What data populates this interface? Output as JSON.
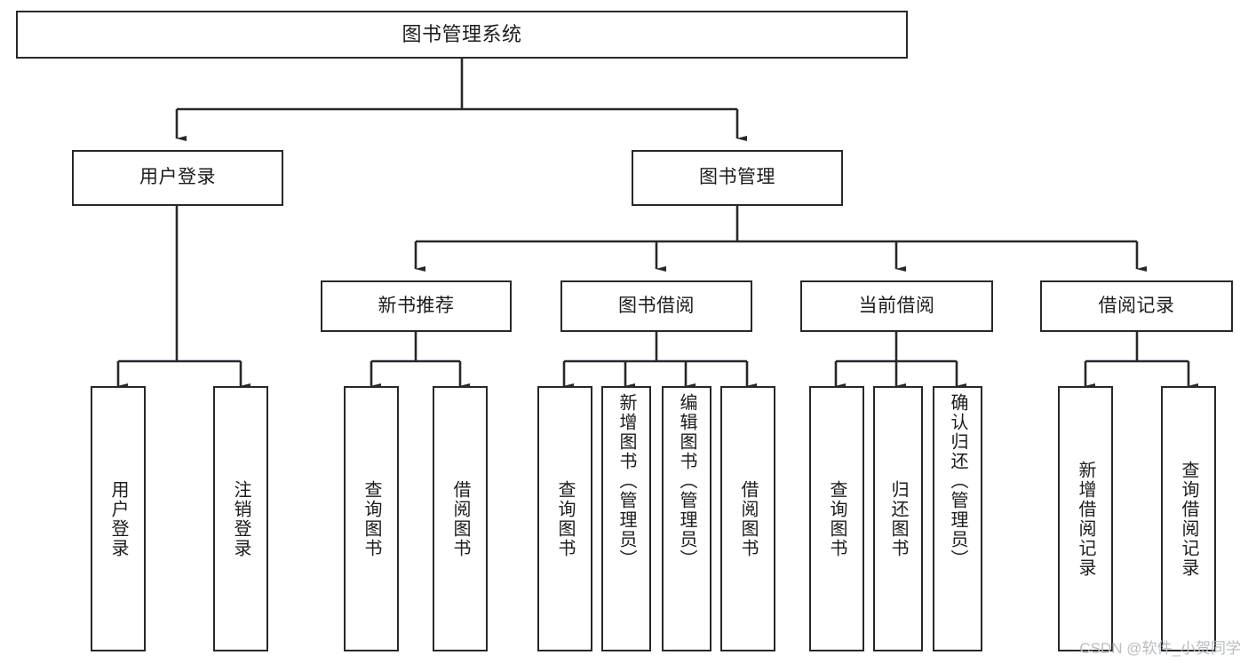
{
  "diagram": {
    "type": "tree",
    "title": "图书管理系统",
    "orientation": "top-down",
    "colors": {
      "box_border": "#26282b",
      "box_fill": "#ffffff",
      "connector": "#26282b",
      "text": "#1b1c1e",
      "watermark": "#b9bcc0"
    },
    "levels": [
      {
        "level": 1,
        "nodes": [
          {
            "id": "root",
            "label": "图书管理系统",
            "text_orientation": "horizontal"
          }
        ]
      },
      {
        "level": 2,
        "nodes": [
          {
            "id": "login",
            "label": "用户登录",
            "text_orientation": "horizontal",
            "parent": "root"
          },
          {
            "id": "bookmgmt",
            "label": "图书管理",
            "text_orientation": "horizontal",
            "parent": "root"
          }
        ]
      },
      {
        "level": 3,
        "nodes": [
          {
            "id": "newbook",
            "label": "新书推荐",
            "text_orientation": "horizontal",
            "parent": "bookmgmt"
          },
          {
            "id": "borrow",
            "label": "图书借阅",
            "text_orientation": "horizontal",
            "parent": "bookmgmt"
          },
          {
            "id": "current",
            "label": "当前借阅",
            "text_orientation": "horizontal",
            "parent": "bookmgmt"
          },
          {
            "id": "records",
            "label": "借阅记录",
            "text_orientation": "horizontal",
            "parent": "bookmgmt"
          }
        ]
      },
      {
        "level": 4,
        "nodes": [
          {
            "id": "leaf-user-login",
            "label": "用户登录",
            "text_orientation": "vertical",
            "parent": "login"
          },
          {
            "id": "leaf-user-logout",
            "label": "注销登录",
            "text_orientation": "vertical",
            "parent": "login"
          },
          {
            "id": "leaf-query-book-1",
            "label": "查询图书",
            "text_orientation": "vertical",
            "parent": "newbook"
          },
          {
            "id": "leaf-borrow-book-1",
            "label": "借阅图书",
            "text_orientation": "vertical",
            "parent": "newbook"
          },
          {
            "id": "leaf-query-book-2",
            "label": "查询图书",
            "text_orientation": "vertical",
            "parent": "borrow"
          },
          {
            "id": "leaf-add-book",
            "label": "新增图书（管理员）",
            "text_orientation": "vertical",
            "parent": "borrow"
          },
          {
            "id": "leaf-edit-book",
            "label": "编辑图书（管理员）",
            "text_orientation": "vertical",
            "parent": "borrow"
          },
          {
            "id": "leaf-borrow-book-2",
            "label": "借阅图书",
            "text_orientation": "vertical",
            "parent": "borrow"
          },
          {
            "id": "leaf-query-book-3",
            "label": "查询图书",
            "text_orientation": "vertical",
            "parent": "current"
          },
          {
            "id": "leaf-return-book",
            "label": "归还图书",
            "text_orientation": "vertical",
            "parent": "current"
          },
          {
            "id": "leaf-confirm-return",
            "label": "确认归还（管理员）",
            "text_orientation": "vertical",
            "parent": "current"
          },
          {
            "id": "leaf-add-record",
            "label": "新增借阅记录",
            "text_orientation": "vertical",
            "parent": "records"
          },
          {
            "id": "leaf-query-record",
            "label": "查询借阅记录",
            "text_orientation": "vertical",
            "parent": "records"
          }
        ]
      }
    ]
  },
  "watermark": {
    "text": "CSDN @软件_小贺同学"
  }
}
